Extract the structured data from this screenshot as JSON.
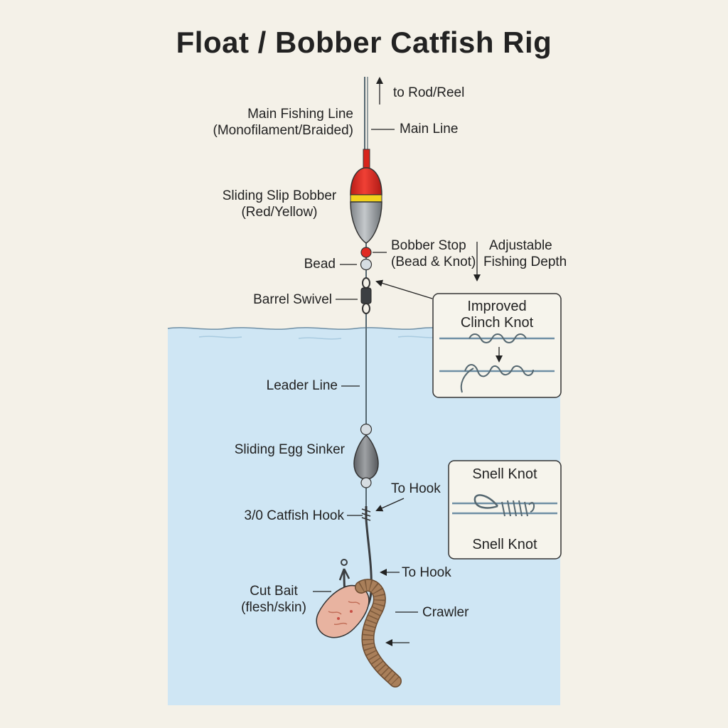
{
  "title": "Float / Bobber Catfish Rig",
  "labels": {
    "to_rod": "to Rod/Reel",
    "main_fishing_line_1": "Main Fishing Line",
    "main_fishing_line_2": "(Monofilament/Braided)",
    "main_line": "Main Line",
    "slip_bobber_1": "Sliding Slip Bobber",
    "slip_bobber_2": "(Red/Yellow)",
    "bobber_stop_1": "Bobber Stop",
    "bobber_stop_2": "(Bead & Knot)",
    "adjustable_1": "Adjustable",
    "adjustable_2": "Fishing Depth",
    "bead": "Bead",
    "barrel_swivel": "Barrel Swivel",
    "leader_line": "Leader Line",
    "egg_sinker": "Sliding Egg Sinker",
    "to_hook_1": "To Hook",
    "catfish_hook": "3/0 Catfish Hook",
    "to_hook_2": "To Hook",
    "cut_bait_1": "Cut Bait",
    "cut_bait_2": "(flesh/skin)",
    "crawler": "Crawler"
  },
  "clinch_box": {
    "title_1": "Improved",
    "title_2": "Clinch Knot"
  },
  "snell_box": {
    "title_top": "Snell Knot",
    "title_bottom": "Snell Knot"
  },
  "colors": {
    "background": "#f4f1e8",
    "water": "#cfe6f4",
    "bobber_red": "#e02a22",
    "bobber_yellow": "#f2d21c",
    "bobber_gray": "#9a9fa3",
    "line": "#556770",
    "sinker": "#7d7f82",
    "bait": "#e8b3a0",
    "worm": "#a97f5a"
  }
}
